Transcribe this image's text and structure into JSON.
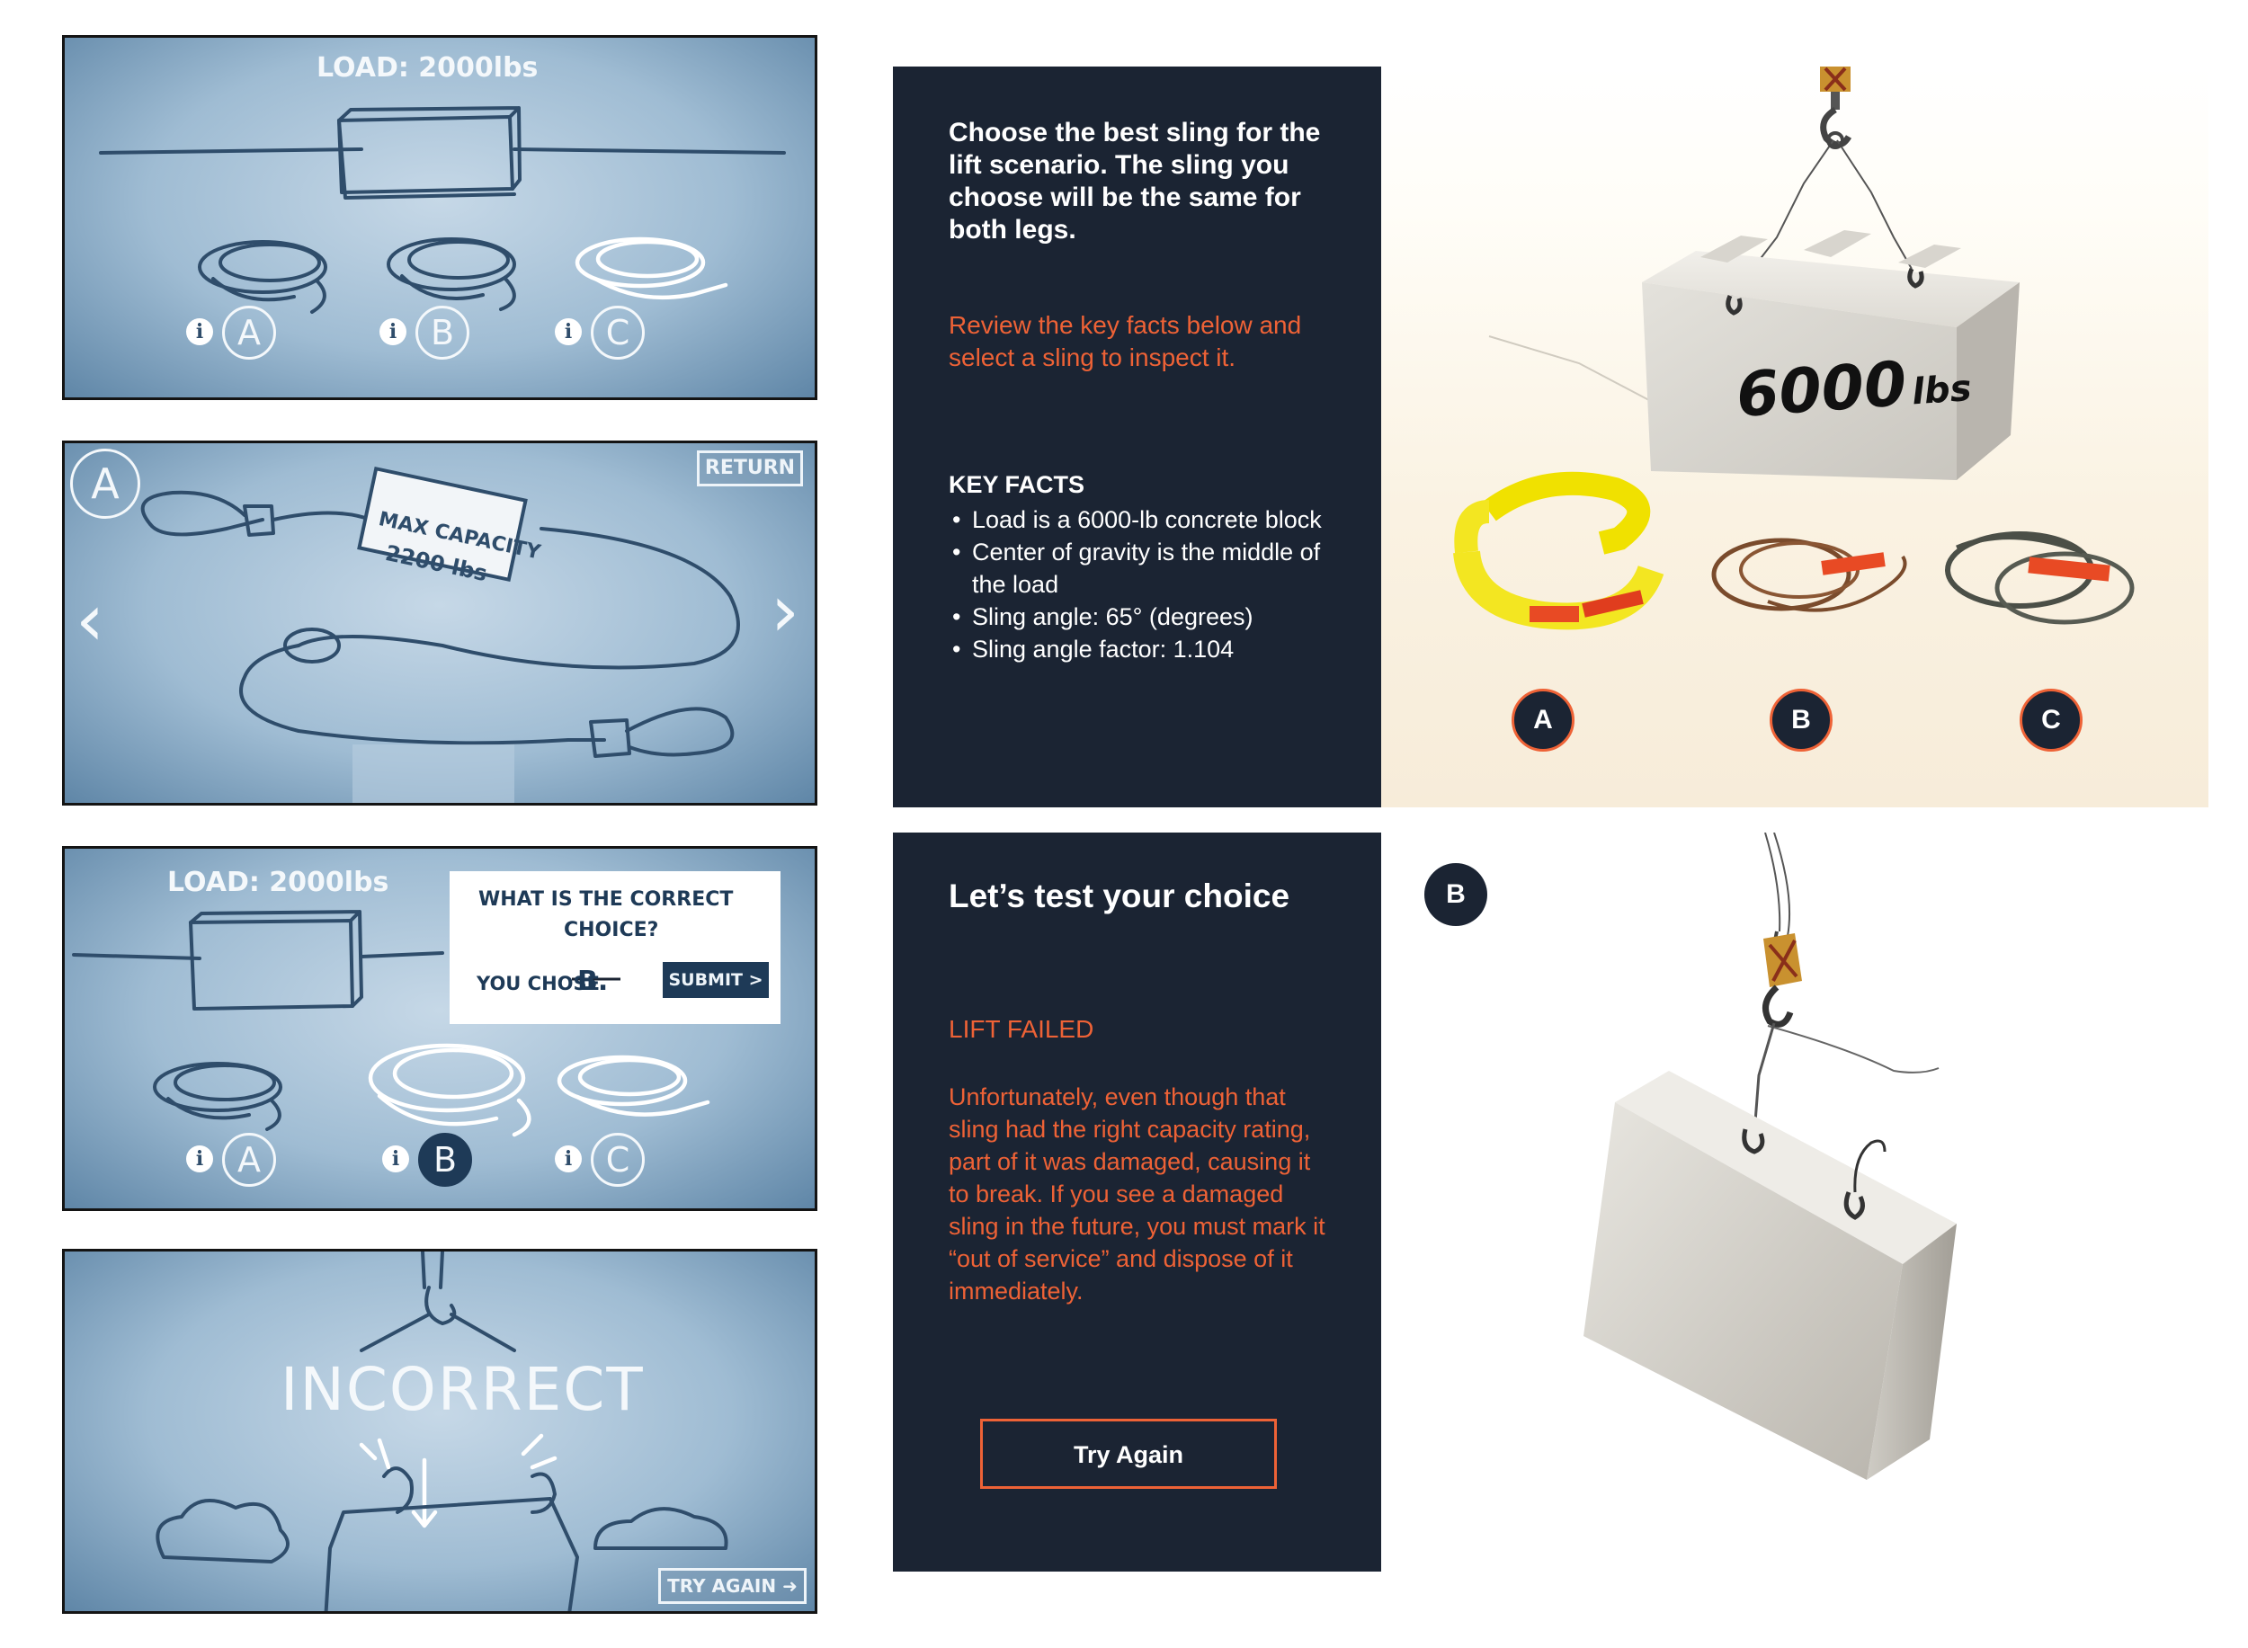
{
  "storyboard": {
    "frame1": {
      "load_label": "LOAD: 2000lbs",
      "options": [
        {
          "letter": "A",
          "info": "i"
        },
        {
          "letter": "B",
          "info": "i"
        },
        {
          "letter": "C",
          "info": "i"
        }
      ]
    },
    "frame2": {
      "option_letter": "A",
      "return_label": "RETURN",
      "tag_line1": "MAX CAPACITY",
      "tag_line2": "2200 lbs",
      "prev_arrow": "‹",
      "next_arrow": "›"
    },
    "frame3": {
      "load_label": "LOAD: 2000lbs",
      "question_line1": "WHAT IS THE CORRECT",
      "question_line2": "CHOICE?",
      "you_chose_label": "YOU CHOSE",
      "chosen_letter": "B.",
      "submit_label": "SUBMIT >",
      "options": [
        {
          "letter": "A",
          "info": "i"
        },
        {
          "letter": "B",
          "info": "i"
        },
        {
          "letter": "C",
          "info": "i"
        }
      ]
    },
    "frame4": {
      "result_label": "INCORRECT",
      "try_again_label": "TRY AGAIN ➜"
    }
  },
  "select_panel": {
    "prompt": "Choose the best sling for the lift scenario. The sling you choose will be the same for both legs.",
    "review": "Review the key facts below and select a sling to inspect it.",
    "key_facts_title": "KEY FACTS",
    "key_facts": [
      "Load is a 6000-lb concrete block",
      "Center of gravity is the middle of the load",
      "Sling angle: 65° (degrees)",
      "Sling angle factor: 1.104"
    ]
  },
  "lift_scene": {
    "load_value": "6000",
    "load_unit": "lbs",
    "slings": [
      {
        "letter": "A"
      },
      {
        "letter": "B"
      },
      {
        "letter": "C"
      }
    ]
  },
  "result_panel": {
    "title": "Let’s test your choice",
    "status": "LIFT FAILED",
    "message": "Unfortunately, even though that sling had the right capacity rating, part of it was damaged, causing it to break. If you see a damaged sling in the future, you must mark it “out of service” and dispose of it immediately.",
    "try_again_label": "Try Again"
  },
  "result_scene": {
    "selected_letter": "B"
  },
  "colors": {
    "panel_bg": "#1b2433",
    "accent_orange": "#ee6236",
    "sketch_blue": "#2f4d6b"
  }
}
